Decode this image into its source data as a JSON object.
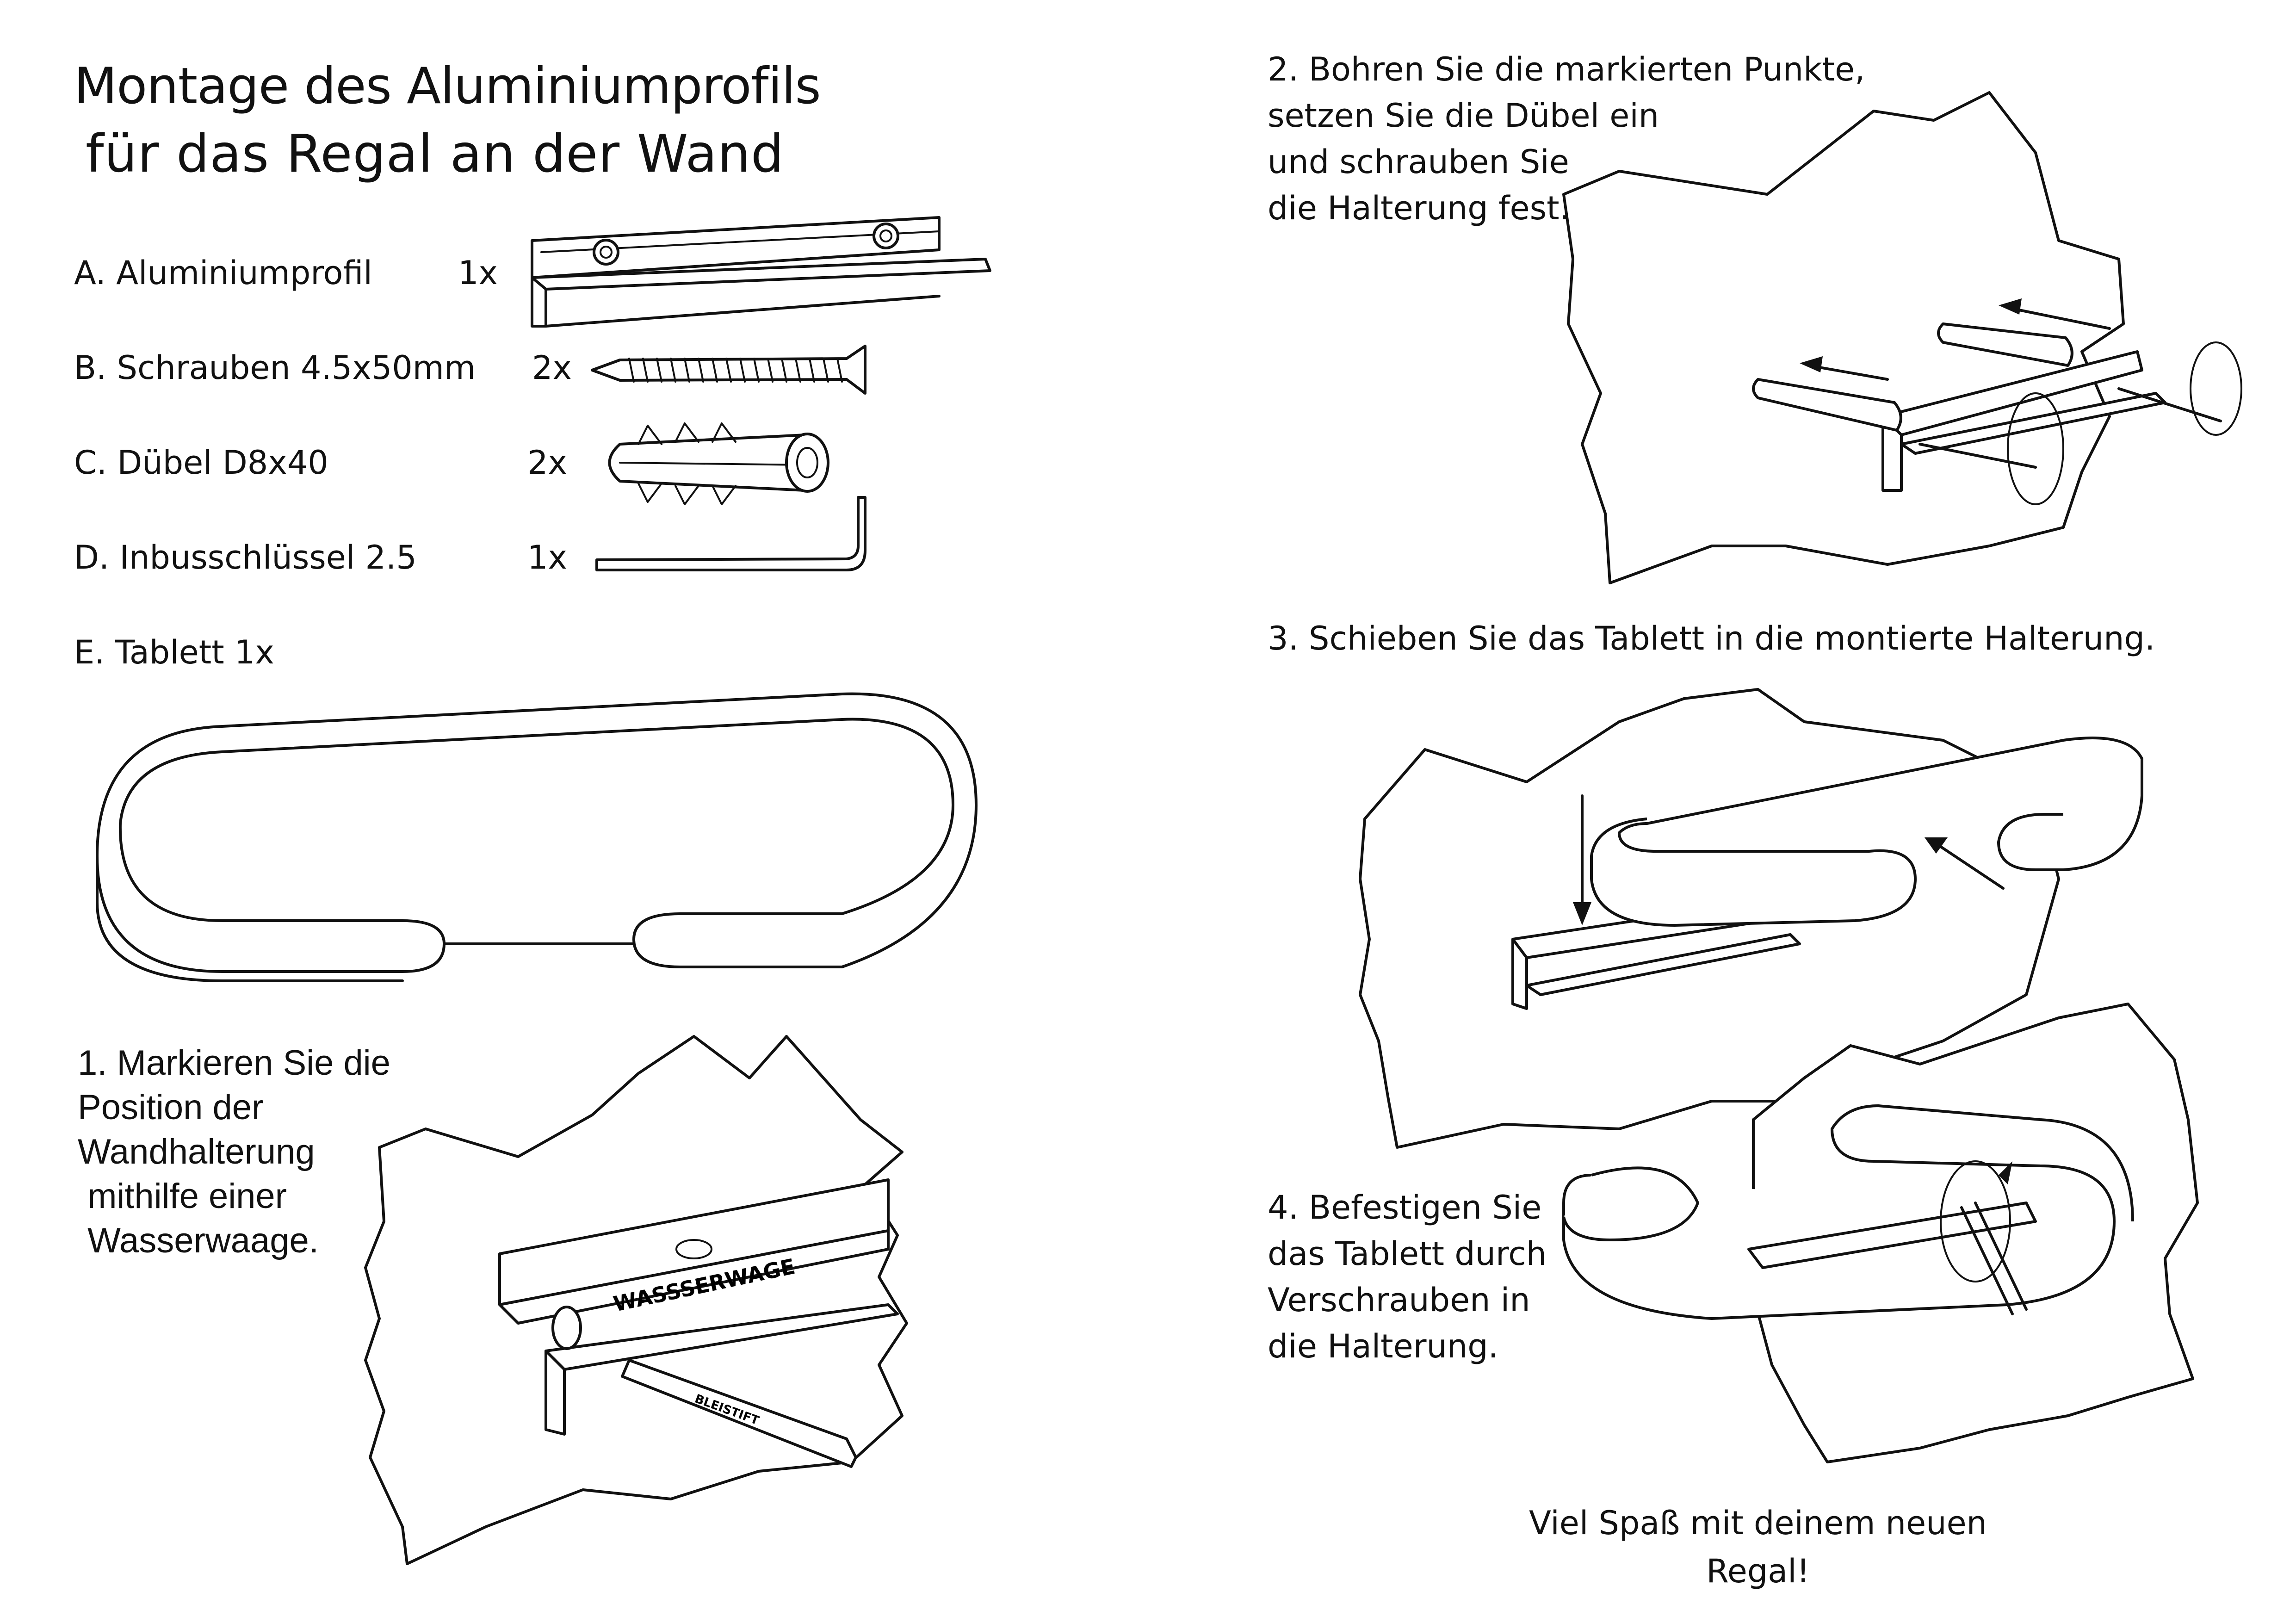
{
  "title": {
    "line1": "Montage des Aluminiumprofils",
    "line2": "für das Regal an der Wand"
  },
  "parts": [
    {
      "label": "A. Aluminiumprofil",
      "qty": "1x",
      "icon": "aluminium-profile-icon"
    },
    {
      "label": "B. Schrauben  4.5x50mm",
      "qty": "2x",
      "icon": "screw-icon"
    },
    {
      "label": "C. Dübel D8x40",
      "qty": "2x",
      "icon": "wall-plug-icon"
    },
    {
      "label": "D. Inbusschlüssel 2.5",
      "qty": "1x",
      "icon": "allen-key-icon"
    },
    {
      "label": "E. Tablett  1x",
      "qty": "",
      "icon": "tray-icon"
    }
  ],
  "steps": {
    "step1": [
      "1. Markieren Sie die",
      "Position der",
      "Wandhalterung",
      " mithilfe einer",
      " Wasserwaage."
    ],
    "step2": [
      "2. Bohren Sie die markierten Punkte,",
      "setzen Sie die Dübel ein",
      "und schrauben Sie",
      "die Halterung fest."
    ],
    "step3": [
      "3. Schieben Sie das Tablett in die montierte Halterung."
    ],
    "step4": [
      "4. Befestigen Sie",
      "das Tablett durch",
      "Verschrauben in",
      "die Halterung."
    ]
  },
  "illustration_labels": {
    "level": "WASSSERWAGE",
    "pencil": "BLEISTIFT"
  },
  "closing": [
    "Viel Spaß mit deinem neuen",
    "Regal!"
  ]
}
